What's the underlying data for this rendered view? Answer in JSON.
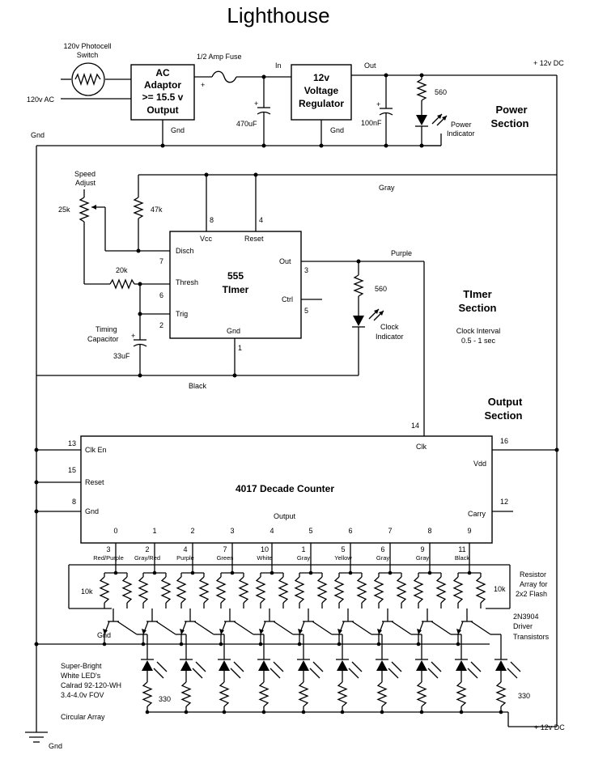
{
  "title": "Lighthouse",
  "rails": {
    "vcc_top": "+ 12v DC",
    "vcc_bottom": "+ 12v DC",
    "gnd_power": "Gnd",
    "gnd_output": "Gnd",
    "gnd_main": "Gnd",
    "gray_wire": "Gray",
    "purple_wire": "Purple",
    "black_wire": "Black"
  },
  "power": {
    "section_label": [
      "Power",
      "Section"
    ],
    "photocell_label": [
      "120v Photocell",
      "Switch"
    ],
    "ac_in": "120v AC",
    "adaptor_label": [
      "AC",
      "Adaptor",
      ">= 15.5 v",
      "Output"
    ],
    "adaptor_plus": "+",
    "adaptor_gnd": "Gnd",
    "fuse_label": "1/2 Amp Fuse",
    "cap_470": "470uF",
    "reg_in": "In",
    "reg_out": "Out",
    "regulator_label": [
      "12v",
      "Voltage",
      "Regulator"
    ],
    "regulator_gnd": "Gnd",
    "cap_100n": "100nF",
    "r_560": "560",
    "indicator_label": [
      "Power",
      "Indicator"
    ],
    "cap_plus": "+"
  },
  "timer": {
    "section_label": [
      "TImer",
      "Section"
    ],
    "clock_interval": [
      "Clock Interval",
      "0.5 - 1 sec"
    ],
    "speed_label": [
      "Speed",
      "Adjust"
    ],
    "pot_25k": "25k",
    "r_47k": "47k",
    "r_20k": "20k",
    "timing_cap_label": [
      "Timing",
      "Capacitor"
    ],
    "cap_33u": "33uF",
    "cap_plus": "+",
    "chip_name": [
      "555",
      "TImer"
    ],
    "pins": {
      "vcc": "Vcc",
      "reset": "Reset",
      "disch": "Disch",
      "thresh": "Thresh",
      "trig": "Trig",
      "out": "Out",
      "ctrl": "Ctrl",
      "gnd": "Gnd"
    },
    "pin_numbers": {
      "vcc": "8",
      "reset": "4",
      "disch": "7",
      "thresh": "6",
      "trig": "2",
      "out": "3",
      "ctrl": "5",
      "gnd": "1"
    },
    "r_560": "560",
    "clock_indicator_label": [
      "Clock",
      "Indicator"
    ]
  },
  "output": {
    "section_label": [
      "Output",
      "Section"
    ],
    "chip_name": "4017 Decade Counter",
    "pins": {
      "clk_en": "Clk En",
      "reset": "Reset",
      "gnd": "Gnd",
      "clk": "Clk",
      "vdd": "Vdd",
      "carry": "Carry",
      "output": "Output"
    },
    "pin_numbers": {
      "clk_en": "13",
      "reset": "15",
      "gnd": "8",
      "clk": "14",
      "vdd": "16",
      "carry": "12"
    },
    "outputs": [
      {
        "index": "0",
        "pin": "3",
        "color": "Red/Purple"
      },
      {
        "index": "1",
        "pin": "2",
        "color": "Gray/Red"
      },
      {
        "index": "2",
        "pin": "4",
        "color": "Purple"
      },
      {
        "index": "3",
        "pin": "7",
        "color": "Green"
      },
      {
        "index": "4",
        "pin": "10",
        "color": "White"
      },
      {
        "index": "5",
        "pin": "1",
        "color": "Gray"
      },
      {
        "index": "6",
        "pin": "5",
        "color": "Yellow"
      },
      {
        "index": "7",
        "pin": "6",
        "color": "Gray"
      },
      {
        "index": "8",
        "pin": "9",
        "color": "Gray"
      },
      {
        "index": "9",
        "pin": "11",
        "color": "Black"
      }
    ],
    "r_10k_left": "10k",
    "r_10k_right": "10k",
    "resistor_array_label": [
      "Resistor",
      "Array for",
      "2x2 Flash"
    ],
    "transistor_label": [
      "2N3904",
      "Driver",
      "Transistors"
    ],
    "led_label": [
      "Super-Bright",
      "White LED's",
      "Calrad 92-120-WH",
      "3.4-4.0v FOV"
    ],
    "circular_label": "Circular Array",
    "r_330_left": "330",
    "r_330_right": "330"
  }
}
